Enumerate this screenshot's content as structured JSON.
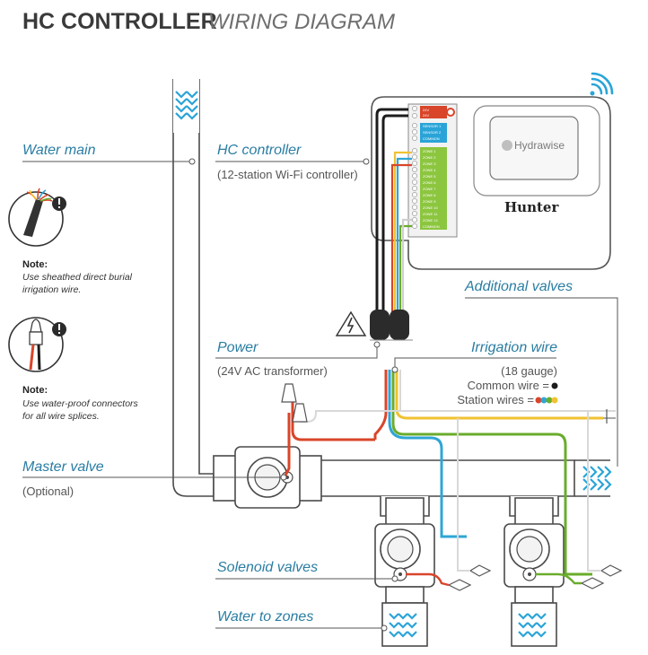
{
  "title": {
    "bold": "HC CONTROLLER",
    "light": "WIRING DIAGRAM"
  },
  "labels": {
    "water_main": "Water main",
    "hc_controller": "HC controller",
    "hc_controller_sub": "(12-station Wi-Fi controller)",
    "power": "Power",
    "power_sub": "(24V AC transformer)",
    "additional_valves": "Additional valves",
    "irrigation_wire": "Irrigation wire",
    "irrigation_gauge": "(18 gauge)",
    "common_wire": "Common wire =",
    "station_wires": "Station wires =",
    "master_valve": "Master valve",
    "master_valve_sub": "(Optional)",
    "solenoid_valves": "Solenoid valves",
    "water_to_zones": "Water to zones"
  },
  "notes": [
    {
      "heading": "Note:",
      "line1": "Use sheathed direct burial",
      "line2": "irrigation wire."
    },
    {
      "heading": "Note:",
      "line1": "Use water-proof connectors",
      "line2": "for all wire splices."
    }
  ],
  "controller": {
    "brand": "Hunter",
    "app_logo": "Hydrawise",
    "terminals_power": [
      "24V",
      "24V"
    ],
    "terminals_sensor": [
      "SENSOR 1",
      "SENSOR 2",
      "COMMON"
    ],
    "terminals_zones": [
      "ZONE 1",
      "ZONE 2",
      "ZONE 3",
      "ZONE 4",
      "ZONE 5",
      "ZONE 6",
      "ZONE 7",
      "ZONE 8",
      "ZONE 9",
      "ZONE 10",
      "ZONE 11",
      "ZONE 12",
      "COMMON"
    ]
  },
  "colors": {
    "accent_blue": "#2a7da3",
    "wire_red": "#d9452a",
    "wire_black": "#1c1c1c",
    "wire_blue": "#2fa6d6",
    "wire_green": "#6aac2c",
    "wire_yellow": "#f0c232",
    "wire_white": "#d8d8d8",
    "terminal_green": "#8cc63f",
    "terminal_blue": "#2aa4d8",
    "terminal_red": "#d9452a"
  },
  "icons": [
    "wifi-icon",
    "electrical-hazard-icon",
    "water-flow-icon",
    "warning-icon"
  ]
}
